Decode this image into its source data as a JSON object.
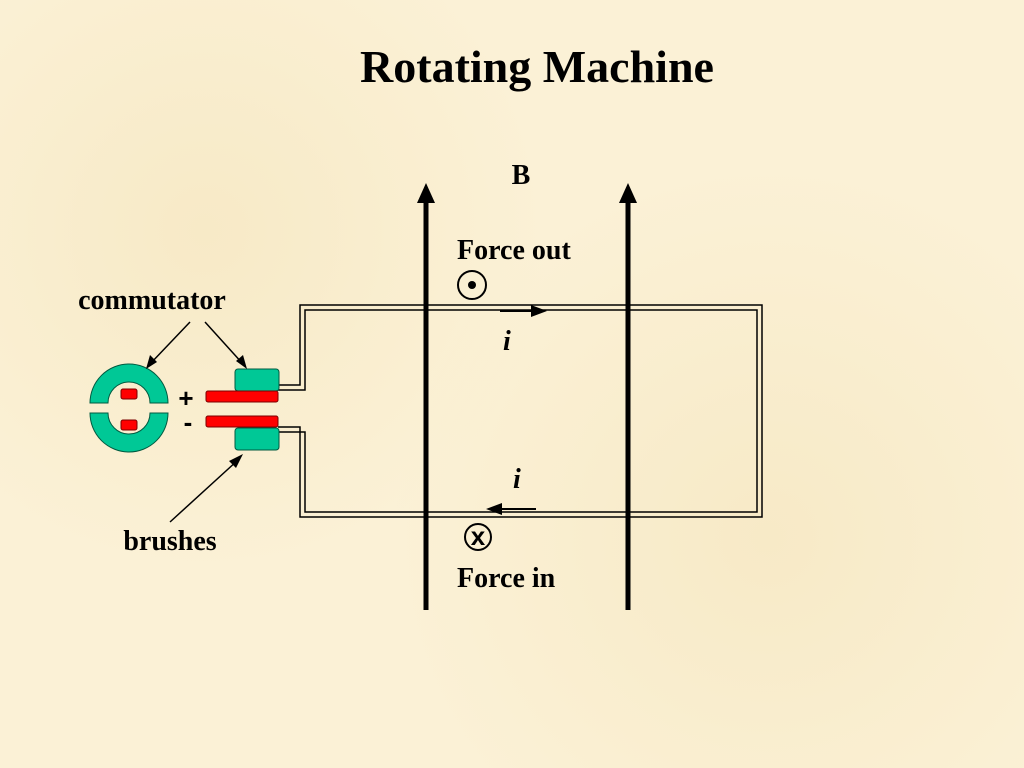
{
  "title": "Rotating Machine",
  "labels": {
    "field": "B",
    "force_out": "Force out",
    "force_in": "Force in",
    "current_top": "i",
    "current_bottom": "i",
    "commutator": "commutator",
    "brushes": "brushes",
    "plus": "+",
    "minus": "-",
    "cross_symbol": "x"
  },
  "colors": {
    "background": "#fbf1d6",
    "commutator_segment": "#00c896",
    "brush": "#ff0000",
    "wire": "#000000"
  }
}
